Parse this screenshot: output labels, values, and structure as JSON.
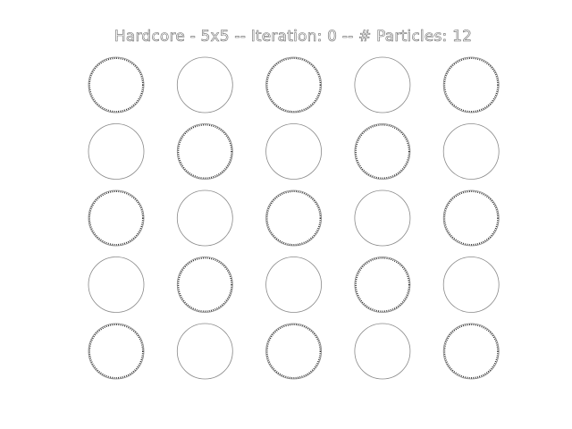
{
  "figure": {
    "title": "Hardcore - 5x5 -- Iteration: 0 -- # Particles: 12"
  },
  "lattice": {
    "rows": 5,
    "cols": 5,
    "occupied": [
      [
        1,
        0,
        1,
        0,
        1
      ],
      [
        0,
        1,
        0,
        1,
        0
      ],
      [
        1,
        0,
        1,
        0,
        1
      ],
      [
        0,
        1,
        0,
        1,
        0
      ],
      [
        1,
        0,
        1,
        0,
        1
      ]
    ]
  },
  "colors": {
    "ring": "#8a8a8a",
    "particle": "#222222",
    "background": "#ffffff"
  }
}
